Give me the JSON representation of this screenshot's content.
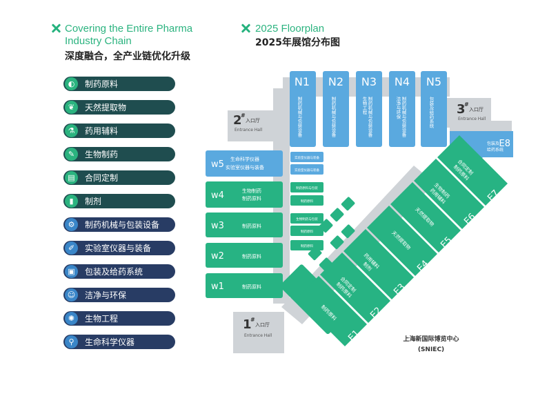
{
  "left": {
    "title_en_line1": "Covering the Entire Pharma",
    "title_en_line2": "Industry Chain",
    "title_cn": "深度融合，全产业链优化升级",
    "categories": [
      {
        "label": "制药原料",
        "icon": "capsule-icon",
        "glyph": "◐"
      },
      {
        "label": "天然提取物",
        "icon": "leaf-icon",
        "glyph": "❦"
      },
      {
        "label": "药用辅料",
        "icon": "flask-icon",
        "glyph": "⚗"
      },
      {
        "label": "生物制药",
        "icon": "syringe-icon",
        "glyph": "✎"
      },
      {
        "label": "合同定制",
        "icon": "clipboard-icon",
        "glyph": "▤"
      },
      {
        "label": "制剂",
        "icon": "bottle-icon",
        "glyph": "▮"
      },
      {
        "label": "制药机械与包装设备",
        "icon": "gear-icon",
        "glyph": "⚙"
      },
      {
        "label": "实验室仪器与装备",
        "icon": "pipette-icon",
        "glyph": "✐"
      },
      {
        "label": "包装及给药系统",
        "icon": "pill-bottle-icon",
        "glyph": "▣"
      },
      {
        "label": "洁净与环保",
        "icon": "clean-suit-icon",
        "glyph": "☺"
      },
      {
        "label": "生物工程",
        "icon": "cells-icon",
        "glyph": "✺"
      },
      {
        "label": "生命科学仪器",
        "icon": "microscope-icon",
        "glyph": "⚲"
      }
    ]
  },
  "right": {
    "title_en": "2025 Floorplan",
    "title_cn": "2025年展馆分布图",
    "venue_name": "上海新国际博览中心",
    "venue_abbr": "(SNIEC)"
  },
  "halls": {
    "N1": {
      "code": "N1",
      "desc": "制药机械与包装设备"
    },
    "N2": {
      "code": "N2",
      "desc": "制药机械与包装设备"
    },
    "N3": {
      "code": "N3",
      "desc_line1": "制药机械与包装设备",
      "desc_line2": "生物工程"
    },
    "N4": {
      "code": "N4",
      "desc_line1": "制药机械与包装设备",
      "desc_line2": "洁净与环保"
    },
    "N5": {
      "code": "N5",
      "desc": "包装及给药系统"
    },
    "W5": {
      "code": "w5",
      "desc_line1": "生命科学仪器",
      "desc_line2": "实验室仪器与装备"
    },
    "W4": {
      "code": "w4",
      "desc_line1": "生物制药",
      "desc_line2": "制药原料"
    },
    "W3": {
      "code": "w3",
      "desc": "制药原料"
    },
    "W2": {
      "code": "w2",
      "desc": "制药原料"
    },
    "W1": {
      "code": "w1",
      "desc": "制药原料"
    },
    "E1": {
      "code": "E1",
      "desc": "制药原料"
    },
    "E2": {
      "code": "E2",
      "desc_line1": "合同定制",
      "desc_line2": "制药原料"
    },
    "E3": {
      "code": "E3",
      "desc_line1": "药用辅料",
      "desc_line2": "制剂"
    },
    "E4": {
      "code": "E4",
      "desc": "天然提取物"
    },
    "E5": {
      "code": "E5",
      "desc": "天然提取物"
    },
    "E6": {
      "code": "E6",
      "desc_line1": "生物制药",
      "desc_line2": "药用辅料"
    },
    "E7": {
      "code": "E7",
      "desc_line1": "合同定制",
      "desc_line2": "制药原料"
    },
    "E8": {
      "code": "E8",
      "desc_line1": "包装及",
      "desc_line2": "给药系统"
    }
  },
  "entrances": {
    "e1": {
      "num": "1",
      "mark": "#",
      "cn": "入口厅",
      "en": "Entrance Hall"
    },
    "e2": {
      "num": "2",
      "mark": "#",
      "cn": "入口厅",
      "en": "Entrance Hall"
    },
    "e3": {
      "num": "3",
      "mark": "#",
      "cn": "入口厅",
      "en": "Entrance Hall"
    }
  },
  "small_halls": {
    "w5s_a": "实验室仪器与装备",
    "w5s_b": "实验室仪器与装备",
    "w4s_a": "制药原料与包装",
    "w4s_b": "制药原料",
    "w3s_a": "生物制药与包装",
    "w3s_b": "制药原料",
    "w2s_a": "制药原料"
  },
  "colors": {
    "blue": "#5aa9df",
    "green": "#27b383",
    "gray": "#cfd3d7",
    "teal_btn": "#1f4d4f",
    "navy_btn": "#283c64",
    "accent": "#2bb37f"
  }
}
